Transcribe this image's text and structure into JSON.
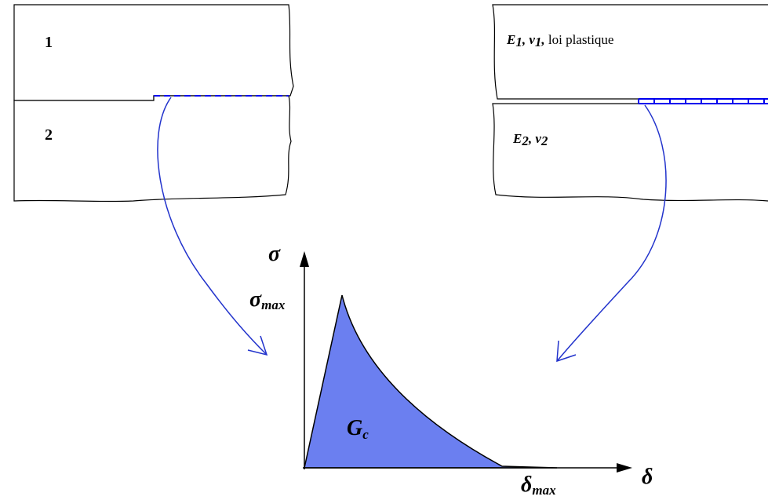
{
  "left_figure": {
    "block_top_label": "1",
    "block_bottom_label": "2"
  },
  "right_figure": {
    "block_top": {
      "e_symbol": "E",
      "e_sub": "1",
      "nu_symbol": "ν",
      "nu_sub": "1",
      "law_text": "loi plastique"
    },
    "block_bottom": {
      "e_symbol": "E",
      "e_sub": "2",
      "nu_symbol": "ν",
      "nu_sub": "2"
    }
  },
  "law_graph": {
    "y_axis_symbol": "σ",
    "peak_symbol": "σ",
    "peak_sub": "max",
    "x_axis_symbol": "δ",
    "end_symbol": "δ",
    "end_sub": "max",
    "area_symbol": "G",
    "area_sub": "c"
  },
  "colors": {
    "outline": "#000000",
    "interface_line": "#0000ee",
    "arrow": "#2233cc",
    "area_fill": "#6b7ff0"
  }
}
